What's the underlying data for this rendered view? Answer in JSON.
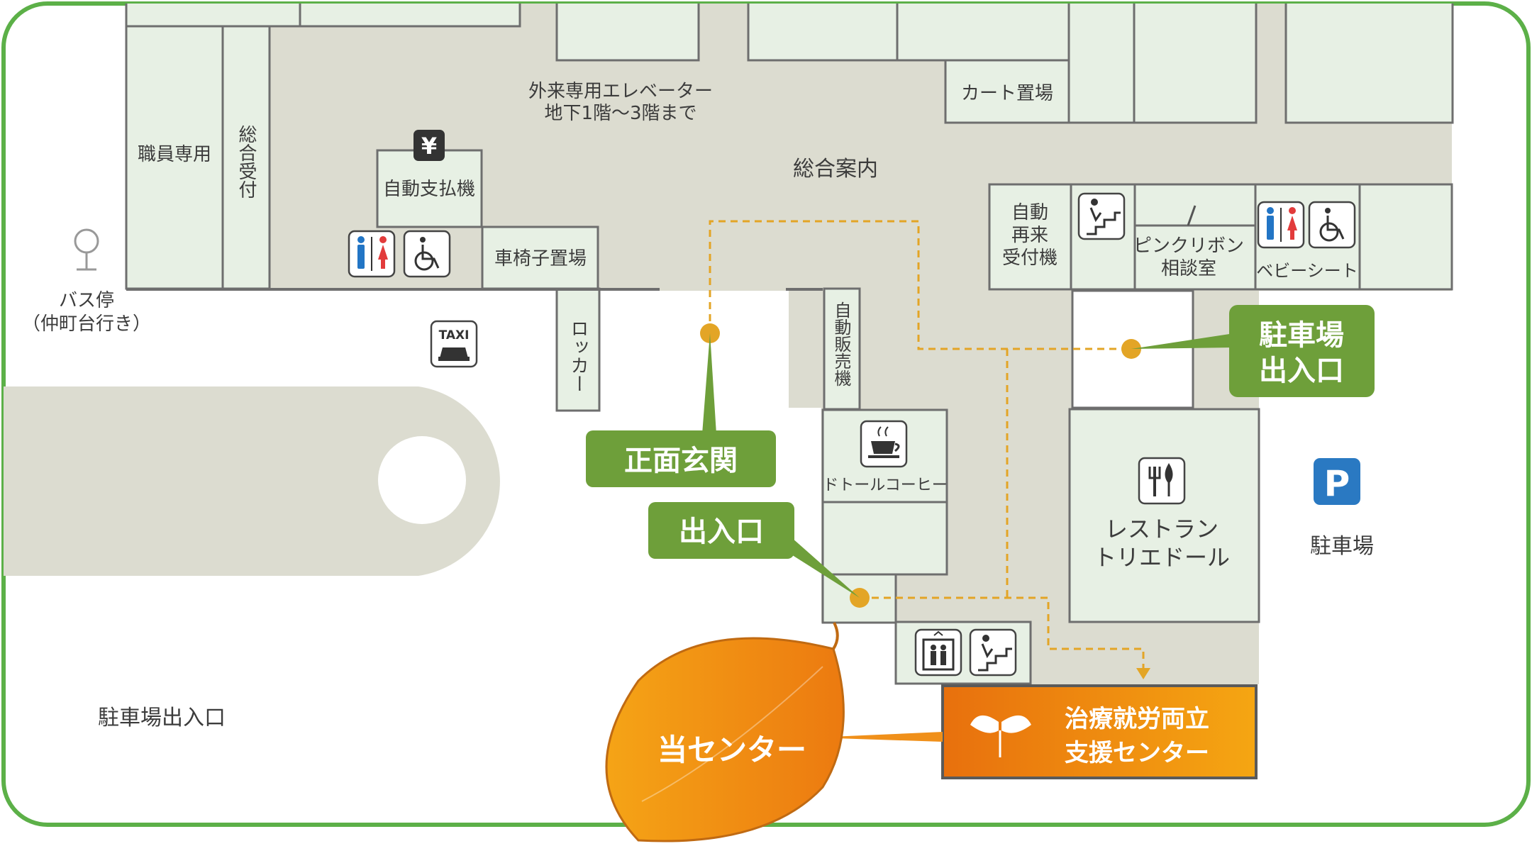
{
  "rooms": {
    "staff_only": "職員専用",
    "general_reception": "総合受付",
    "payment_machine": "自動支払機",
    "wheelchair_area": "車椅子置場",
    "locker": "ロッカー",
    "vending_machine": "自動販売機",
    "outpatient_elevator_line1": "外来専用エレベーター",
    "outpatient_elevator_line2": "地下1階〜3階まで",
    "cart_area": "カート置場",
    "information": "総合案内",
    "revisit_machine": [
      "自動",
      "再来",
      "受付機"
    ],
    "pink_ribbon_line1": "ピンクリボン",
    "pink_ribbon_line2": "相談室",
    "baby_seat": "ベビーシート",
    "coffee_shop": "ドトールコーヒー",
    "restaurant_line1": "レストラン",
    "restaurant_line2": "トリエドール"
  },
  "outside": {
    "bus_stop_line1": "バス停",
    "bus_stop_line2": "（仲町台行き）",
    "parking": "駐車場",
    "parking_entrance": "駐車場出入口"
  },
  "tags": {
    "main_entrance": "正面玄関",
    "entrance": "出入口",
    "parking_entrance_line1": "駐車場",
    "parking_entrance_line2": "出入口"
  },
  "center": {
    "line1": "治療就労両立",
    "line2": "支援センター",
    "leaf_label": "当センター"
  },
  "icons": {
    "yen": "¥",
    "taxi": "TAXI",
    "parking": "P"
  },
  "colors": {
    "frame": "#5cb048",
    "tag_green": "#6e9f3a",
    "center_orange": "#ec7a10",
    "center_yellow": "#f5a416",
    "route": "#e3a526",
    "parking_blue": "#2a79c2",
    "toilet_blue": "#2275c5",
    "toilet_red": "#e23b3b"
  }
}
